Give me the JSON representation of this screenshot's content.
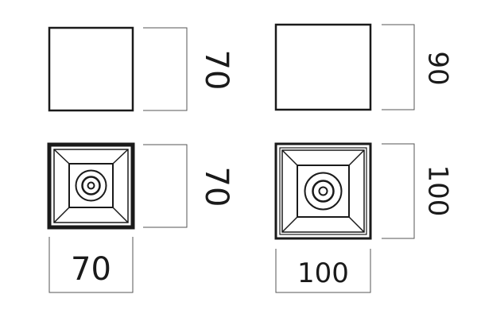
{
  "dimensions": {
    "small_side_height": "70",
    "small_front_height": "70",
    "small_front_width": "70",
    "large_side_height": "90",
    "large_front_height": "100",
    "large_front_width": "100"
  },
  "colors": {
    "stroke": "#1a1a1a",
    "thin": "#555555"
  }
}
